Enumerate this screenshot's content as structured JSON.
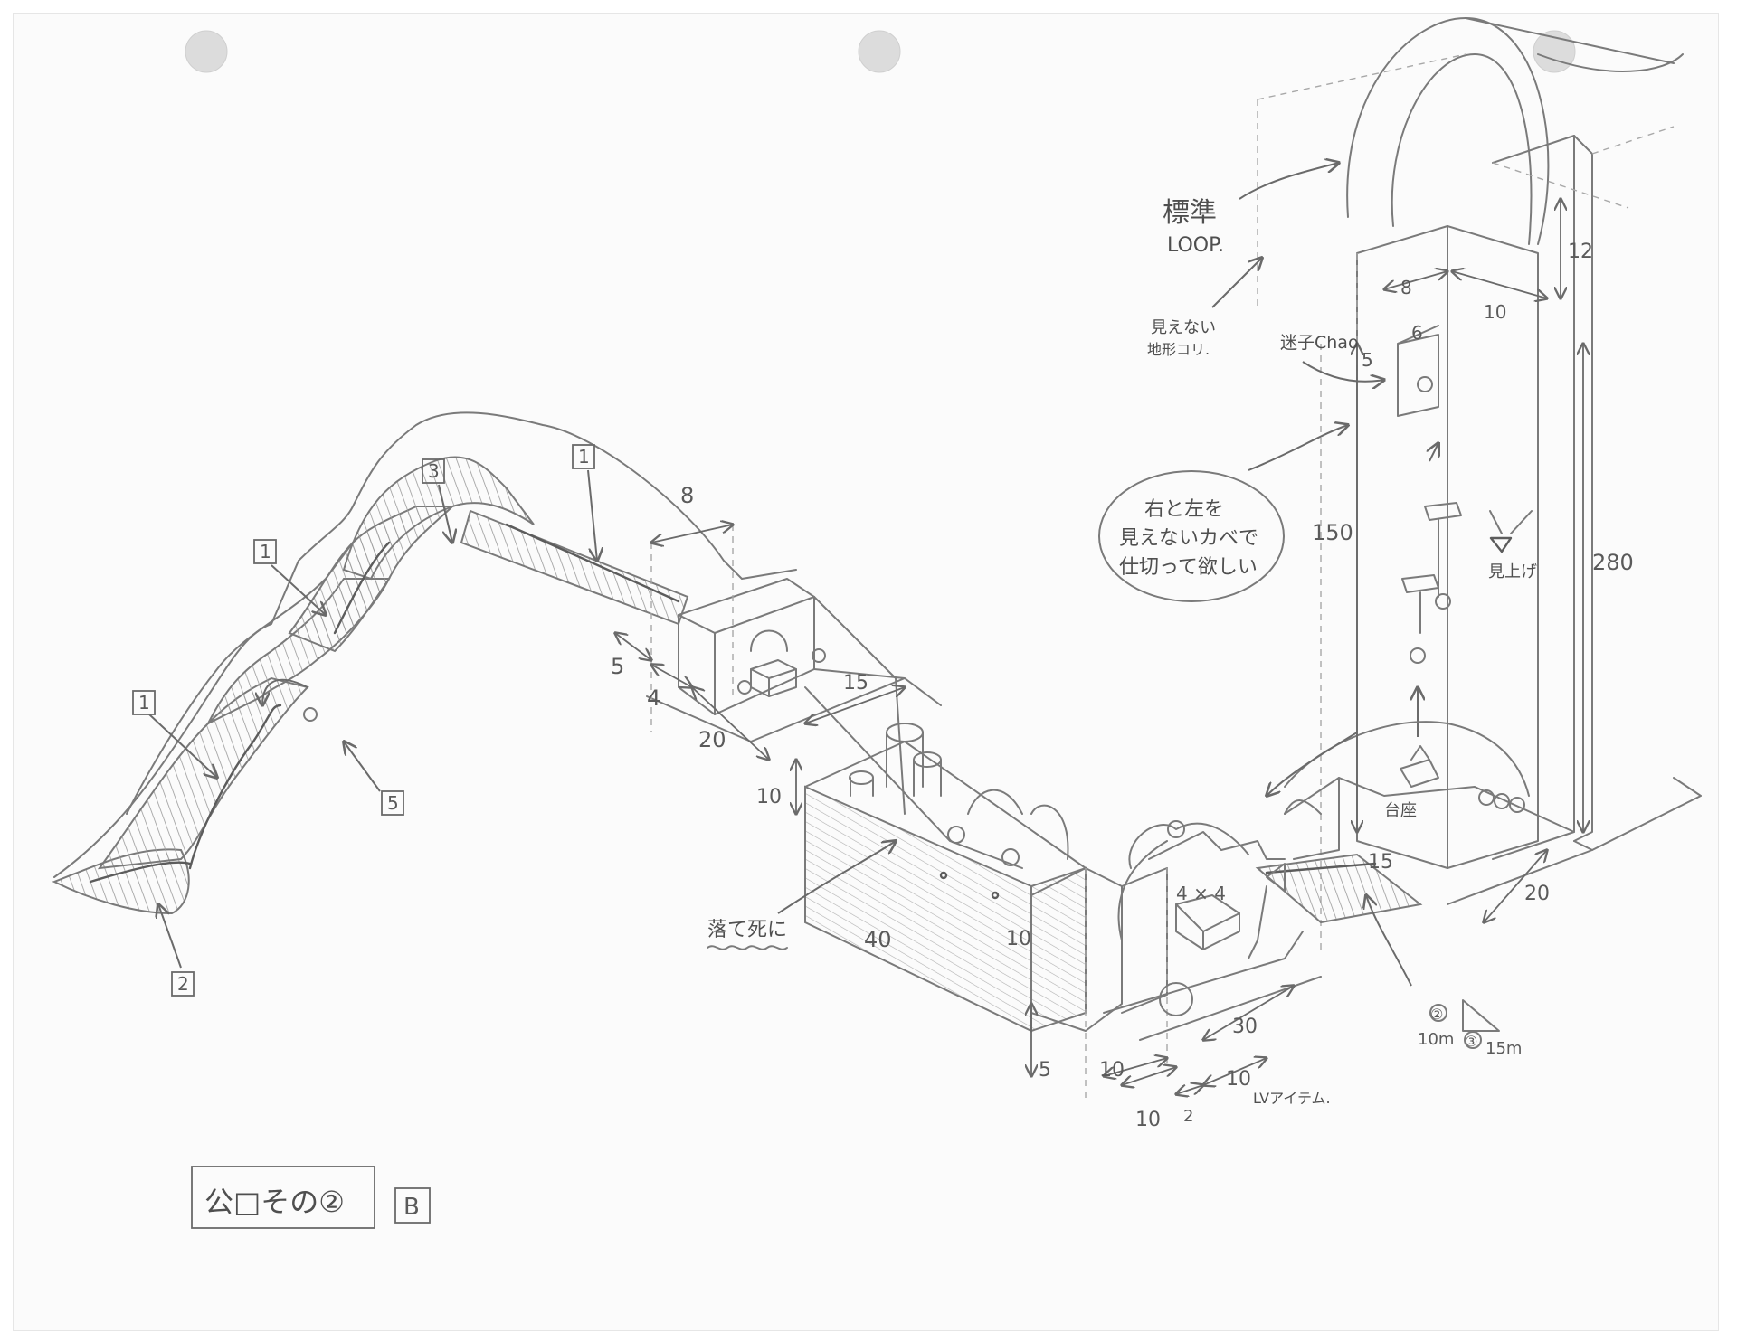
{
  "labels": {
    "track_1a": "1",
    "track_1b": "1",
    "track_1c": "1",
    "track_2": "2",
    "track_3": "3",
    "track_5": "5",
    "dim_8": "8",
    "dim_5": "5",
    "dim_4": "4",
    "dim_20a": "20",
    "dim_15a": "15",
    "dim_10a": "10",
    "dim_40": "40",
    "dim_10b": "10",
    "dim_5b": "5",
    "dim_10c": "10",
    "dim_10d": "10",
    "dim_2": "2",
    "dim_10e": "10",
    "dim_30": "30",
    "dim_4x4": "4 × 4",
    "dim_15b": "15",
    "dim_20b": "20",
    "dim_150": "150",
    "dim_280": "280",
    "dim_12": "12",
    "dim_10f": "10",
    "dim_8b": "8",
    "dim_6": "6",
    "dim_5c": "5",
    "loop_label_1": "標準",
    "loop_label_2": "LOOP.",
    "invisible_1": "見えない",
    "invisible_2": "地形コリ.",
    "chao_label": "迷子Chao",
    "pedestal": "台座",
    "look_up": "見上げ",
    "bubble_line1": "右と左を",
    "bubble_line2": "見えないカベで",
    "bubble_line3": "仕切って欲しい",
    "fall_death": "落て死に",
    "item_note": "LVアイテム.",
    "slope_2": "10m",
    "slope_3": "15m",
    "slope_2_num": "②",
    "slope_3_num": "③",
    "footer_title": "公□その②",
    "footer_tag": "B"
  },
  "colors": {
    "paper": "#fbfbfb",
    "pencil": "#7a7a7a",
    "pencil_dark": "#5c5c5c",
    "punch_hole": "#dcdcdc"
  }
}
